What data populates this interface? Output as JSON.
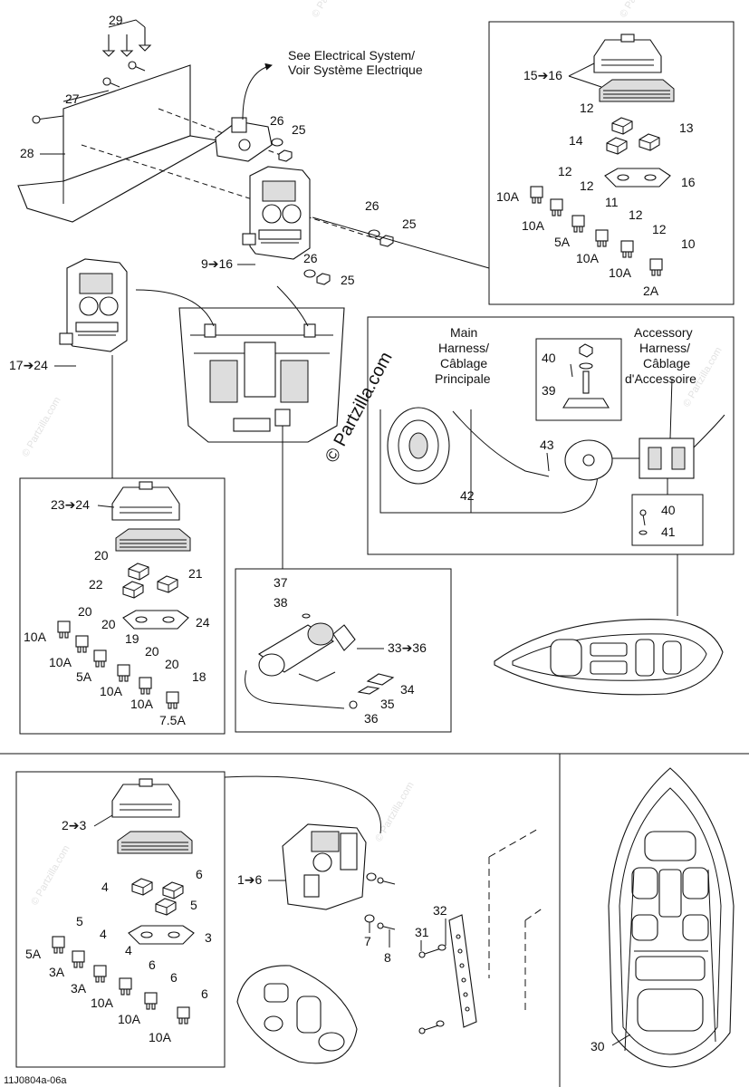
{
  "callouts": {
    "top_electrical_en": "See Electrical System/",
    "top_electrical_fr": "Voir Système Electrique",
    "main_harness_1": "Main",
    "main_harness_2": "Harness/",
    "main_harness_3": "Câblage",
    "main_harness_4": "Principale",
    "acc_harness_1": "Accessory",
    "acc_harness_2": "Harness/",
    "acc_harness_3": "Câblage",
    "acc_harness_4": "d'Accessoire",
    "watermark_main": "© Partzilla.com",
    "watermark_small": "© Partzilla.com",
    "figure_code": "11J0804a-06a"
  },
  "labels": {
    "p29": "29",
    "p27": "27",
    "p28": "28",
    "p26a": "26",
    "p25a": "25",
    "p26b": "26",
    "p25b": "25",
    "p26c": "26",
    "p25c": "25",
    "p9_16": "9➔16",
    "p17_24": "17➔24",
    "p15_16": "15➔16",
    "p12a": "12",
    "p13": "13",
    "p14": "14",
    "p16": "16",
    "p12b": "12",
    "p10Aa": "10A",
    "p12c": "12",
    "p11": "11",
    "p10Ab": "10A",
    "p5Aa": "5A",
    "p12d": "12",
    "p12e": "12",
    "p10Ac": "10A",
    "p10Ad": "10A",
    "p10": "10",
    "p2A": "2A",
    "p40a": "40",
    "p39": "39",
    "p43": "43",
    "p42": "42",
    "p40b": "40",
    "p41": "41",
    "p23_24": "23➔24",
    "p20a": "20",
    "p22": "22",
    "p21": "21",
    "p24": "24",
    "p20b": "20",
    "p10Ae": "10A",
    "p20c": "20",
    "p19": "19",
    "p10Af": "10A",
    "p20d": "20",
    "p5Ab": "5A",
    "p20e": "20",
    "p10Ag": "10A",
    "p10Ah": "10A",
    "p18": "18",
    "p7_5A": "7.5A",
    "p37": "37",
    "p38": "38",
    "p33_36": "33➔36",
    "p34": "34",
    "p35": "35",
    "p36": "36",
    "p2_3": "2➔3",
    "p4": "4",
    "p6a": "6",
    "p5a": "5",
    "p3": "3",
    "p5b": "5",
    "p4b": "4",
    "p5Ac": "5A",
    "p3Aa": "3A",
    "p4c": "4",
    "p3Ab": "3A",
    "p6b": "6",
    "p10Ai": "10A",
    "p6c": "6",
    "p10Aj": "10A",
    "p6d": "6",
    "p10Ak": "10A",
    "p1_6": "1➔6",
    "p7": "7",
    "p8": "8",
    "p31": "31",
    "p32": "32",
    "p30": "30"
  }
}
